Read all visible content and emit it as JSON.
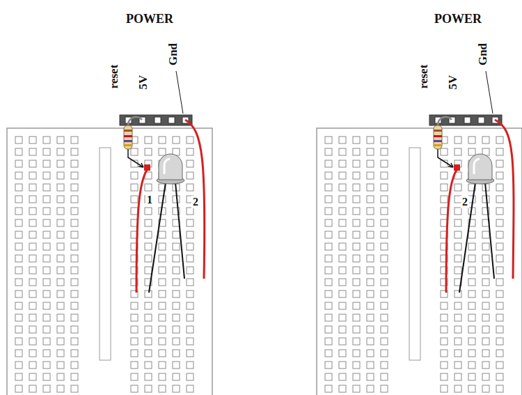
{
  "diagram": {
    "labels": [
      "POWER",
      "reset",
      "5V",
      "Gnd",
      "1",
      "2",
      "POWER",
      "reset",
      "5V",
      "Gnd",
      "2"
    ]
  }
}
